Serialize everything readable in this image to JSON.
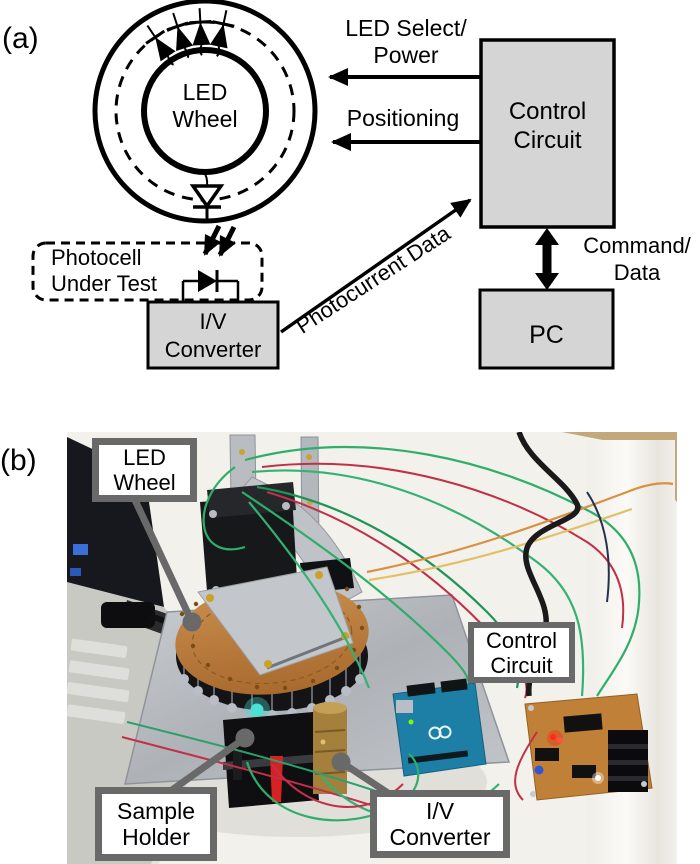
{
  "panels": {
    "a": "(a)",
    "b": "(b)"
  },
  "diagram": {
    "wheel": {
      "line1": "LED",
      "line2": "Wheel"
    },
    "led_select": {
      "line1": "LED Select/",
      "line2": "Power"
    },
    "positioning": "Positioning",
    "control_circuit": {
      "line1": "Control",
      "line2": "Circuit"
    },
    "photocell": {
      "line1": "Photocell",
      "line2": "Under Test"
    },
    "iv_converter": {
      "line1": "I/V",
      "line2": "Converter"
    },
    "photocurrent": "Photocurrent Data",
    "command_data": {
      "line1": "Command/",
      "line2": "Data"
    },
    "pc": "PC"
  },
  "photo": {
    "led_wheel": {
      "line1": "LED",
      "line2": "Wheel"
    },
    "control_circuit": {
      "line1": "Control",
      "line2": "Circuit"
    },
    "sample_holder": {
      "line1": "Sample",
      "line2": "Holder"
    },
    "iv_converter": {
      "line1": "I/V",
      "line2": "Converter"
    }
  },
  "colors": {
    "diagram_box_fill": "#d5d5d5",
    "diagram_line": "#000000",
    "callout_gray": "#696969",
    "copper_disc": "#bf7c35",
    "arduino_blue": "#1d7fa6",
    "pcb_tan": "#c08038",
    "wire_green": "#2fae6b",
    "wire_red": "#c13048",
    "led_glow_cyan": "#49e0d6"
  }
}
